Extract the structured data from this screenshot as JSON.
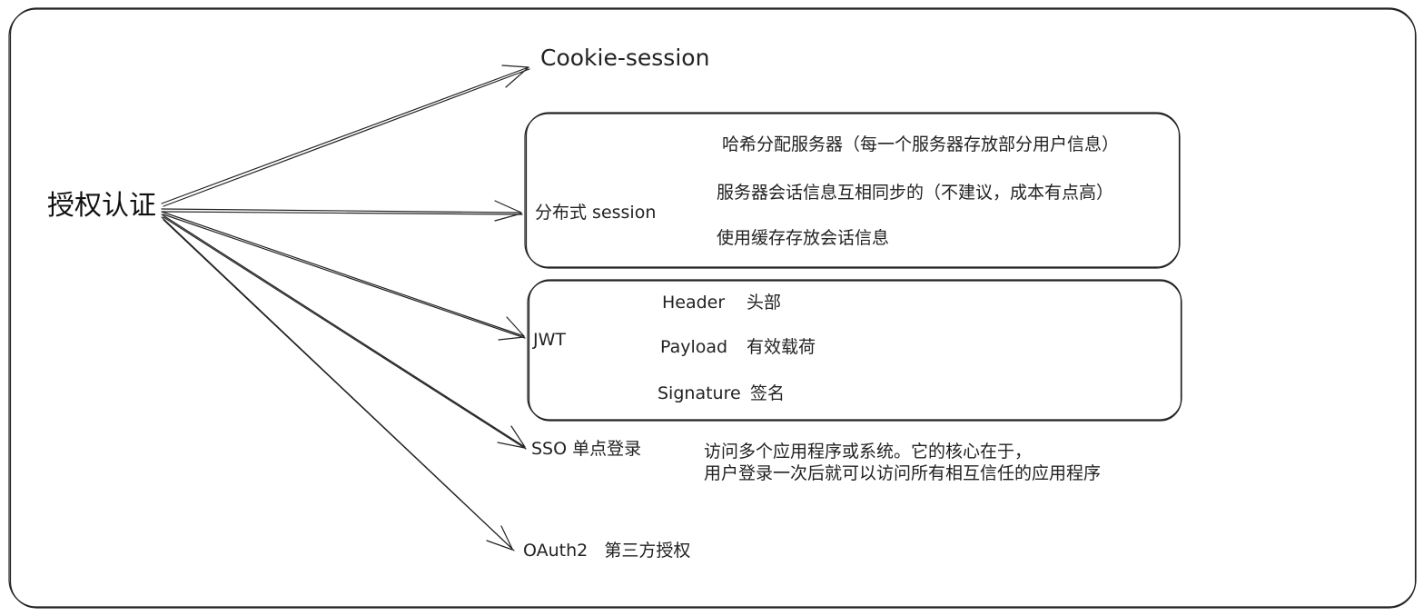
{
  "root": {
    "label": "授权认证"
  },
  "branches": {
    "cookie_session": {
      "label": "Cookie-session"
    },
    "distributed_session": {
      "label": "分布式 session",
      "items": [
        "哈希分配服务器（每一个服务器存放部分用户信息）",
        "服务器会话信息互相同步的（不建议，成本有点高）",
        "使用缓存存放会话信息"
      ]
    },
    "jwt": {
      "label": "JWT",
      "parts": [
        {
          "name": "Header",
          "desc": "头部"
        },
        {
          "name": "Payload",
          "desc": "有效载荷"
        },
        {
          "name": "Signature",
          "desc": "签名"
        }
      ]
    },
    "sso": {
      "label": "SSO 单点登录",
      "note": [
        "访问多个应用程序或系统。它的核心在于，",
        "用户登录一次后就可以访问所有相互信任的应用程序"
      ]
    },
    "oauth2": {
      "label": "OAuth2   第三方授权"
    }
  }
}
